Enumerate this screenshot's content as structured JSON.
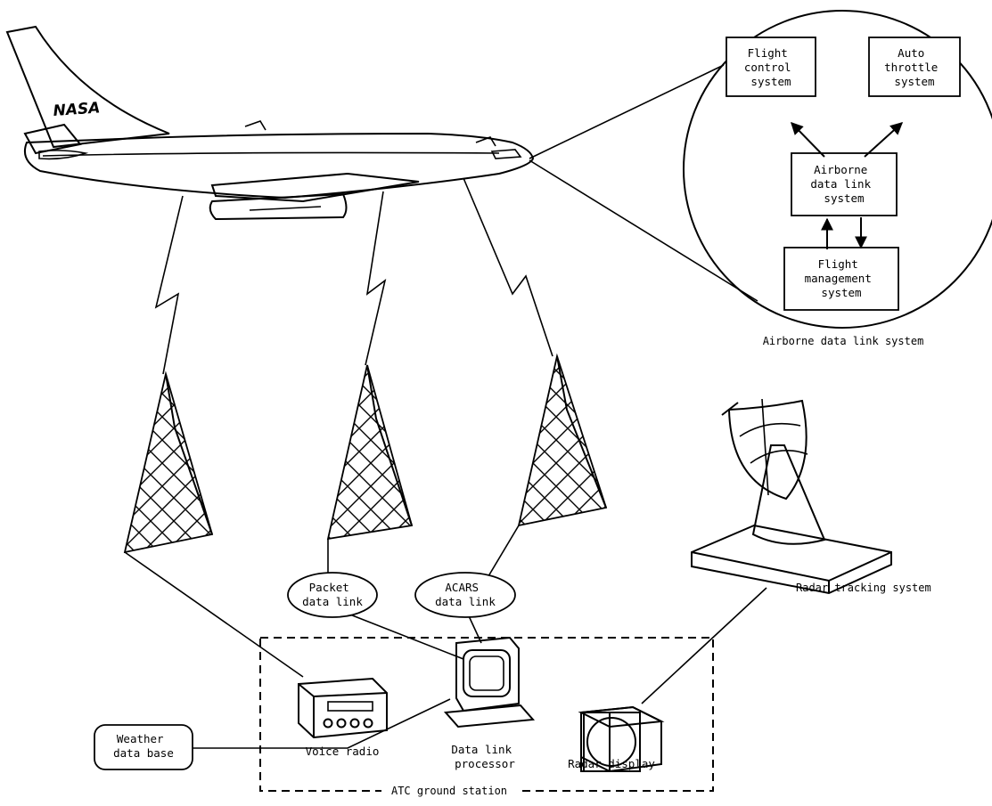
{
  "aircraft": {
    "logo_text": "NASA"
  },
  "inset": {
    "caption": "Airborne data link system",
    "boxes": {
      "flight_control": [
        "Flight",
        "control",
        "system"
      ],
      "auto_throttle": [
        "Auto",
        "throttle",
        "system"
      ],
      "airborne_dls": [
        "Airborne",
        "data link",
        "system"
      ],
      "fms": [
        "Flight",
        "management",
        "system"
      ]
    }
  },
  "links": {
    "packet": [
      "Packet",
      "data link"
    ],
    "acars": [
      "ACARS",
      "data link"
    ]
  },
  "radar_tracking": {
    "label": "Radar tracking system"
  },
  "ground_station": {
    "label": "ATC ground station",
    "voice_radio": "Voice radio",
    "processor": [
      "Data link",
      "processor"
    ],
    "radar_display": "Radar display"
  },
  "weather_db": [
    "Weather",
    "data base"
  ]
}
